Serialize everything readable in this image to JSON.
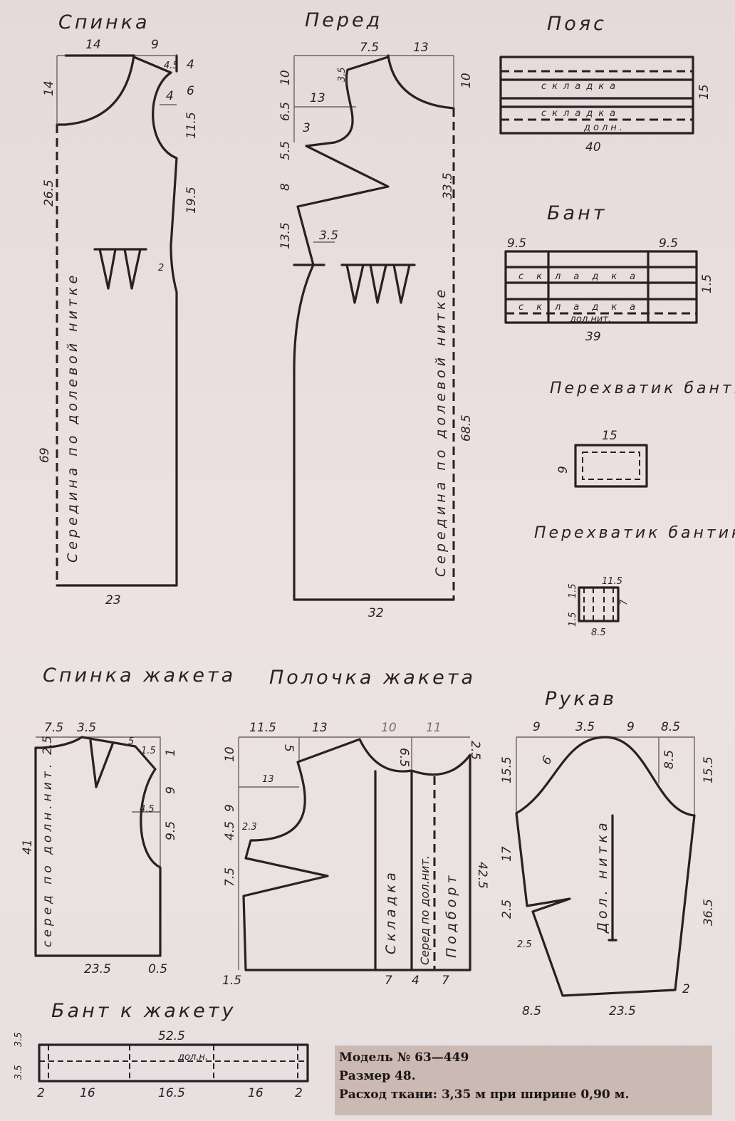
{
  "back": {
    "title": "Спинка",
    "grain": "Середина по долевой нитке",
    "dims": [
      "14",
      "9",
      "4.5",
      "4",
      "6",
      "4",
      "14",
      "11.5",
      "26.5",
      "19.5",
      "2",
      "69",
      "23"
    ]
  },
  "front": {
    "title": "Перед",
    "grain": "Середина по долевой нитке",
    "dims": [
      "7.5",
      "13",
      "10",
      "10",
      "3.5",
      "13",
      "6.5",
      "3",
      "5.5",
      "8",
      "13.5",
      "3.5",
      "33.5",
      "68.5",
      "32"
    ]
  },
  "belt": {
    "title": "Пояс",
    "rows": [
      "складка",
      "складка",
      "долн."
    ],
    "dims": [
      "15",
      "40"
    ]
  },
  "bow": {
    "title": "Бант",
    "rows": [
      "складка",
      "складка",
      "дол.нит."
    ],
    "dims": [
      "9.5",
      "9.5",
      "1.5",
      "39"
    ]
  },
  "bow_band1": {
    "title": "Перехватик бантика",
    "dims": [
      "15",
      "9"
    ]
  },
  "bow_band2": {
    "title": "Перехватик бантика",
    "dims": [
      "11.5",
      "1.5",
      "7",
      "1.5",
      "8.5"
    ]
  },
  "jacket_back": {
    "title": "Спинка жакета",
    "grain": "серед по долн.нит.",
    "dims": [
      "2.5",
      "7.5",
      "3.5",
      "5",
      "1.5",
      "1",
      "9",
      "4.5",
      "9.5",
      "41",
      "23.5",
      "0.5"
    ]
  },
  "jacket_front": {
    "title": "Полочка жакета",
    "labels": [
      "Складка",
      "Серед по дол.нит.",
      "Подборт"
    ],
    "dims": [
      "11.5",
      "13",
      "10",
      "11",
      "2.5",
      "5",
      "10",
      "13",
      "6.5",
      "9",
      "2.3",
      "4.5",
      "7.5",
      "42.5",
      "1.5",
      "7",
      "4",
      "7"
    ]
  },
  "sleeve": {
    "title": "Рукав",
    "grain": "Дол. нитка",
    "dims": [
      "9",
      "3.5",
      "9",
      "8.5",
      "15.5",
      "15.5",
      "6",
      "8.5",
      "17",
      "2.5",
      "2.5",
      "36.5",
      "8.5",
      "23.5",
      "2"
    ]
  },
  "jacket_bow": {
    "title": "Бант к жакету",
    "grain": "дол.н.",
    "dims": [
      "52.5",
      "3.5",
      "3.5",
      "2",
      "16",
      "16.5",
      "16",
      "2"
    ]
  },
  "info": {
    "line1": "Модель № 63—449",
    "line2": "Размер 48.",
    "line3": "Расход ткани: 3,35 м при ширине 0,90 м."
  }
}
